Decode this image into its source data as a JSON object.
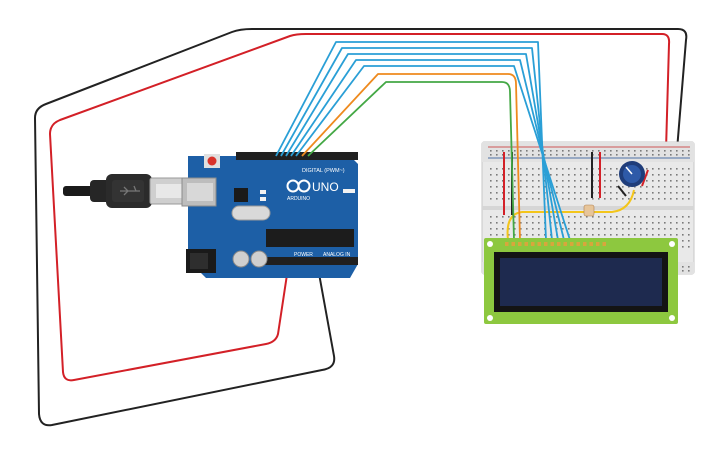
{
  "board": {
    "digital_label": "DIGITAL (PWM~)",
    "uno_label": "UNO",
    "brand_label": "ARDUINO",
    "power_label": "POWER",
    "analog_label": "ANALOG IN"
  },
  "colors": {
    "board": "#1d5fa6",
    "wire_red": "#d32027",
    "wire_black": "#222222",
    "wire_blue": "#2a9fd6",
    "wire_orange": "#ee8a1e",
    "wire_green": "#44a845",
    "wire_yellow": "#f3c51b",
    "lcd_pcb": "#8dc83f",
    "lcd_screen": "#1e2a4f",
    "breadboard": "#e9e9e9"
  },
  "icons": [
    "usb-cable-icon",
    "arduino-logo-icon",
    "potentiometer-icon"
  ]
}
